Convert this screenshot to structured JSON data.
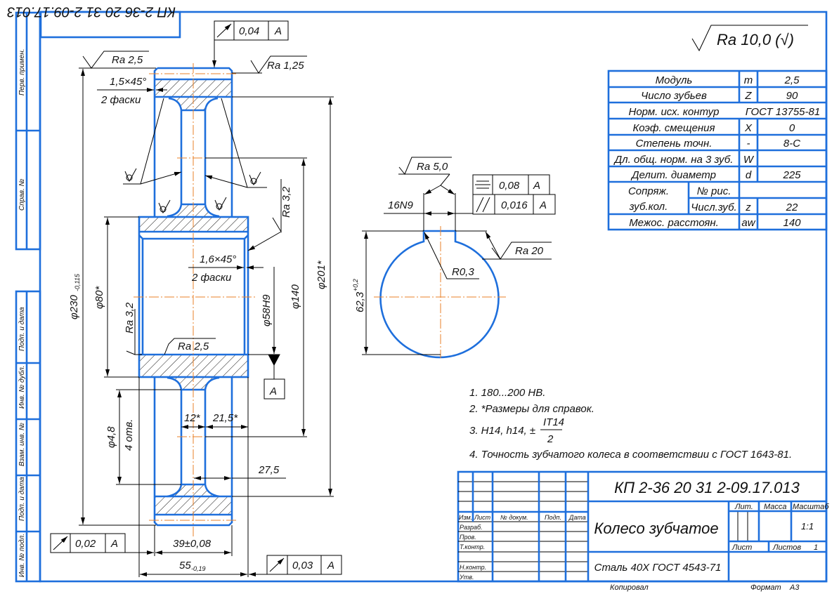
{
  "stamp_rotated": "КП 2-36 20 31 2-09.17.013",
  "general_roughness": "Ra 10,0 (√)",
  "left_strip": {
    "top": [
      "Перв. примен.",
      "Справ. №"
    ],
    "bottom": [
      "Подп. и дата",
      "Инв. № дубл.",
      "Взам. инв. №",
      "Подп. и дата",
      "Инв. № подл."
    ]
  },
  "spec_table": {
    "rows": [
      {
        "name": "Модуль",
        "symbol": "m",
        "value": "2,5"
      },
      {
        "name": "Число зубьев",
        "symbol": "Z",
        "value": "90"
      },
      {
        "name": "Норм. исх. контур",
        "symbol": "",
        "value": "ГОСТ 13755-81"
      },
      {
        "name": "Коэф. смещения",
        "symbol": "X",
        "value": "0"
      },
      {
        "name": "Степень точн.",
        "symbol": "-",
        "value": "8-С"
      },
      {
        "name": "Дл. общ. норм. на 3 зуб.",
        "symbol": "W",
        "value": ""
      },
      {
        "name": "Делит. диаметр",
        "symbol": "d",
        "value": "225"
      }
    ],
    "mating": {
      "label_1": "Сопряж.",
      "label_2": "зуб.кол.",
      "fig_label": "№ рис.",
      "teeth_label": "Числ.зуб.",
      "teeth_symbol": "z",
      "teeth_value": "22"
    },
    "center_distance": {
      "name": "Межос. расстоян.",
      "symbol": "aw",
      "value": "140"
    }
  },
  "drawing": {
    "chamfer_top": {
      "size": "1,5×45°",
      "note": "2 фаски"
    },
    "chamfer_bore": {
      "size": "1,6×45°",
      "note": "2 фаски"
    },
    "roughness": {
      "top_left": "Ra 2,5",
      "top_right": "Ra 1,25",
      "hub_right": "Ra 3,2",
      "bore_left": "Ra 3,2",
      "bore_bottom": "Ra 2,5"
    },
    "gdt_top": {
      "tolerance": "0,04",
      "datum": "A"
    },
    "gdt_bottom_left": {
      "tolerance": "0,02",
      "datum": "A"
    },
    "gdt_bottom_right": {
      "tolerance": "0,03",
      "datum": "A"
    },
    "datum_label": "A",
    "dims": {
      "d230": "φ230",
      "d230_tol": "-0,115",
      "d80": "φ80*",
      "d201": "φ201*",
      "d140": "φ140",
      "d58": "φ58H9",
      "d48": "φ4,8",
      "holes": "4 отв.",
      "w12": "12*",
      "w215": "21,5*",
      "w275": "27,5",
      "w39": "39±0,08",
      "w55": "55",
      "w55_tol": "-0,19"
    }
  },
  "section": {
    "roughness_key": "Ra 5,0",
    "key_width": "16N9",
    "gdt_sym": {
      "tolerance": "0,08",
      "datum": "A"
    },
    "gdt_par": {
      "tolerance": "0,016",
      "datum": "A"
    },
    "roughness_top": "Ra 20",
    "radius": "R0,3",
    "depth": "62,3",
    "depth_tol": "+0,2"
  },
  "notes": {
    "n1": "1.  180...200 НВ.",
    "n2": "2.  *Размеры для справок.",
    "n3_prefix": "3.  Н14, h14, ±",
    "n3_num": "IT14",
    "n3_den": "2",
    "n4": "4.  Точность зубчатого колеса в соответствии с ГОСТ 1643-81."
  },
  "title_block": {
    "designation": "КП 2-36 20 31 2-09.17.013",
    "name": "Колесо зубчатое",
    "material": "Сталь 40Х ГОСТ 4543-71",
    "headers": {
      "izm": "Изм.",
      "list": "Лист",
      "doc": "№ докум.",
      "sign": "Подп.",
      "date": "Дата"
    },
    "roles": [
      "Разраб.",
      "Пров.",
      "Т.контр.",
      "",
      "Н.контр.",
      "Утв."
    ],
    "lit_label": "Лит.",
    "mass_label": "Масса",
    "scale_label": "Масштаб",
    "scale_value": "1:1",
    "sheet_label": "Лист",
    "sheets_label": "Листов",
    "sheets_value": "1",
    "copied": "Копировал",
    "format_label": "Формат",
    "format_value": "А3"
  }
}
